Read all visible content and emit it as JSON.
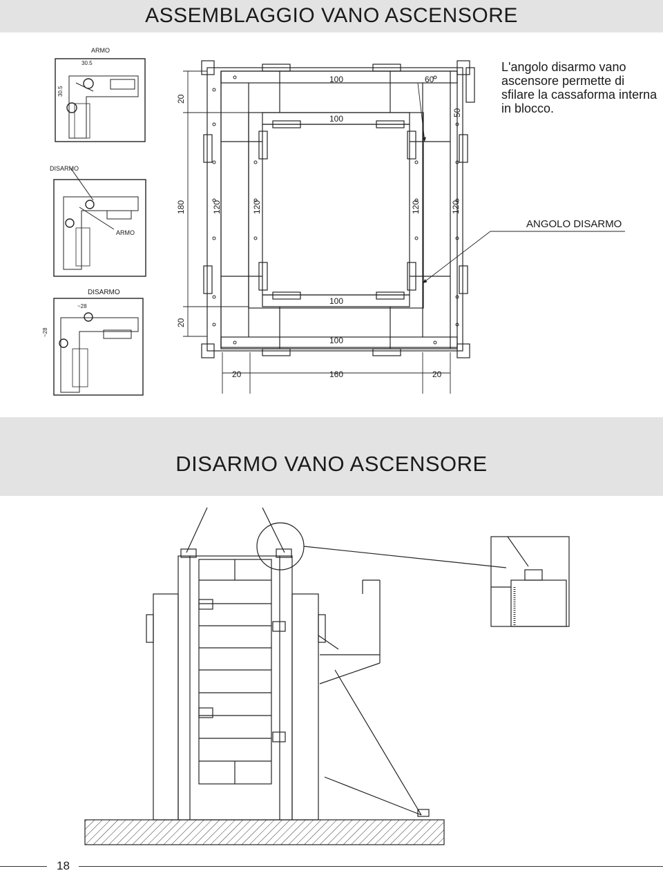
{
  "header": {
    "title": "ASSEMBLAGGIO VANO ASCENSORE"
  },
  "section2": {
    "title": "DISARMO VANO ASCENSORE"
  },
  "description": "L'angolo disarmo vano ascensore permette di sfilare la cassaforma interna in blocco.",
  "callout": {
    "label": "ANGOLO DISARMO"
  },
  "details": {
    "armo": {
      "title": "ARMO",
      "dim_h": "30.5",
      "dim_v": "30.5"
    },
    "disarmo": {
      "title": "DISARMO",
      "sub": "ARMO"
    },
    "disarmo2": {
      "title": "DISARMO",
      "dim_h": "~28",
      "dim_v": "~28"
    }
  },
  "plan_dims": {
    "left_top": "20",
    "left_mid": "180",
    "left_bot": "20",
    "col1": "120",
    "col2": "120",
    "col3": "120",
    "col4": "120",
    "top_outer": "100",
    "top_inner": "100",
    "top_right": "60",
    "right_top": "50",
    "bot_inner": "100",
    "bot_outer": "100",
    "bottom_left": "20",
    "bottom_mid": "160",
    "bottom_right": "20"
  },
  "footer": {
    "page_number": "18"
  }
}
